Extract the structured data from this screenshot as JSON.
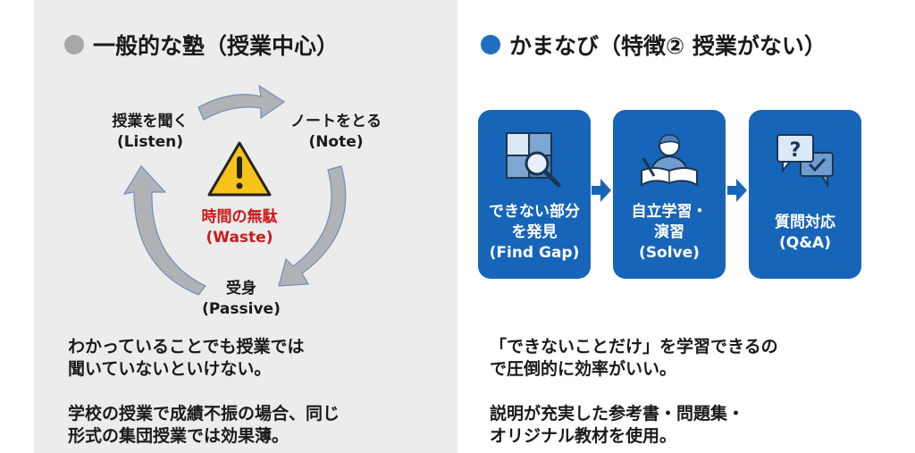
{
  "left": {
    "title": "一般的な塾（授業中心）",
    "cycle": {
      "listen": {
        "ja": "授業を聞く",
        "en": "(Listen)"
      },
      "note": {
        "ja": "ノートをとる",
        "en": "(Note)"
      },
      "passive": {
        "ja": "受身",
        "en": "(Passive)"
      },
      "waste": {
        "ja": "時間の無駄",
        "en": "(Waste)"
      }
    },
    "para1": [
      "わかっていることでも授業では",
      "聞いていないといけない。"
    ],
    "para2": [
      "学校の授業で成績不振の場合、同じ",
      "形式の集団授業では効果薄。"
    ]
  },
  "right": {
    "title": "かまなび（特徴② 授業がない）",
    "steps": [
      {
        "lines": [
          "できない部分",
          "を発見",
          "(Find Gap)"
        ],
        "icon": "puzzle-magnifier-icon"
      },
      {
        "lines": [
          "自立学習・",
          "演習",
          "(Solve)"
        ],
        "icon": "student-studying-icon"
      },
      {
        "lines": [
          "質問対応",
          "(Q&A)"
        ],
        "icon": "question-chat-icon"
      }
    ],
    "para1": [
      "「できないことだけ」を学習できるの",
      "で圧倒的に効率がいい。"
    ],
    "para2": [
      "説明が充実した参考書・問題集・",
      "オリジナル教材を使用。"
    ]
  },
  "colors": {
    "panel": "#ececec",
    "blue": "#1765b8",
    "accent_dot": "#1f6fc0",
    "gray_dot": "#a8a8a8",
    "warning": "#cc1a1a"
  }
}
